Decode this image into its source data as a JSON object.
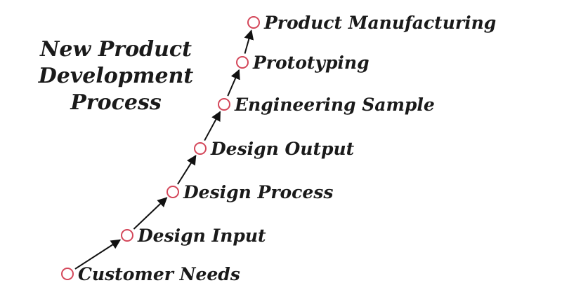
{
  "title": {
    "line1": "New Product",
    "line2": "Development",
    "line3": "Process"
  },
  "colors": {
    "node_stroke": "#d4475a",
    "text": "#1a1a1a",
    "arrow": "#111111"
  },
  "steps": [
    {
      "label": "Customer Needs"
    },
    {
      "label": "Design Input"
    },
    {
      "label": "Design Process"
    },
    {
      "label": "Design Output"
    },
    {
      "label": "Engineering Sample"
    },
    {
      "label": "Prototyping"
    },
    {
      "label": "Product Manufacturing"
    }
  ]
}
